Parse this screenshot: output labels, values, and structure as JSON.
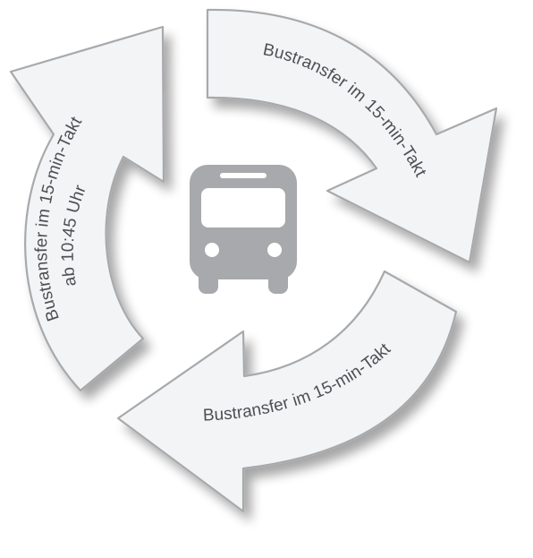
{
  "arrows": {
    "top_right": {
      "label": "Bustransfer im 15-min-Takt"
    },
    "bottom": {
      "label": "Bustransfer im 15-min-Takt"
    },
    "left": {
      "line1": "Bustransfer im 15-min-Takt",
      "line2": "ab 10:45 Uhr"
    }
  },
  "center": {
    "icon": "bus-icon"
  },
  "colors": {
    "arrow_fill": "#f3f4f5",
    "arrow_stroke": "#a7a9ac",
    "text": "#4d4f53",
    "bus": "#a7a9ac"
  }
}
